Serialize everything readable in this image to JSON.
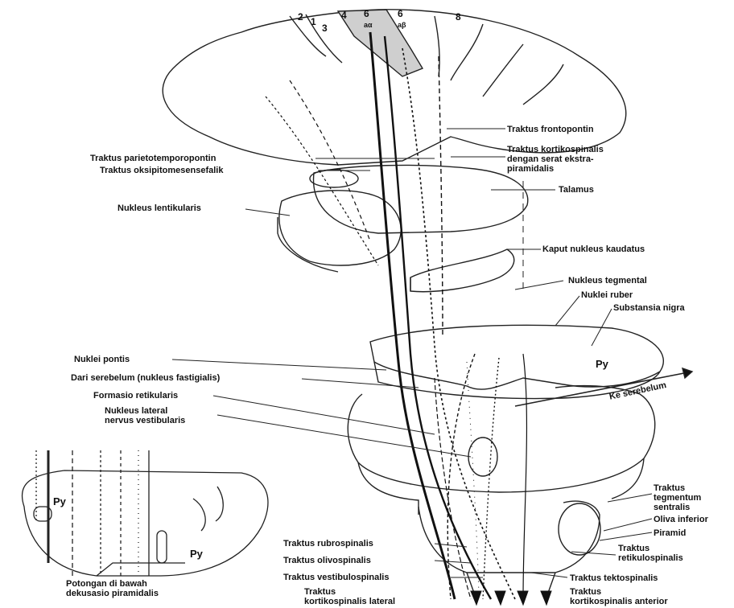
{
  "areas": {
    "a2": "2",
    "a1": "1",
    "a3": "3",
    "a4": "4",
    "a6_left": "6",
    "a6_left_sub": "aα",
    "a6_right": "6",
    "a6_right_sub": "aβ",
    "a8": "8"
  },
  "labels": {
    "frontopontin": "Traktus frontopontin",
    "parietotemporopontin": "Traktus parietotemporopontin",
    "oksipitomesensefalik": "Traktus oksipitomesensefalik",
    "kortikospinalis_ekstra": "Traktus kortikospinalis\ndengan serat ekstra-\npiramidalis",
    "talamus": "Talamus",
    "nukleus_lentikularis": "Nukleus lentikularis",
    "kaput_nukleus": "Kaput nukleus kaudatus",
    "nukleus_tegmental": "Nukleus tegmental",
    "nuklei_ruber": "Nuklei ruber",
    "substansia_nigra": "Substansia nigra",
    "nuklei_pontis": "Nuklei pontis",
    "dari_serebelum": "Dari serebelum (nukleus fastigialis)",
    "formasio": "Formasio retikularis",
    "nukleus_lateral": "Nukleus lateral\nnervus vestibularis",
    "py_pons": "Py",
    "ke_serebelum": "Ke serebelum",
    "traktus_tegmentum": "Traktus\ntegmentum\nsentralis",
    "oliva": "Oliva inferior",
    "piramid": "Piramid",
    "retikulospinalis": "Traktus\nretikulospinalis",
    "tektospinalis": "Traktus tektospinalis",
    "kortikospinalis_anterior": "Traktus\nkortikospinalis anterior",
    "rubrospinalis": "Traktus rubrospinalis",
    "olivospinalis": "Traktus olivospinalis",
    "vestibulospinalis": "Traktus vestibulospinalis",
    "kortikospinalis_lateral": "Traktus\nkortikospinalis lateral",
    "py_inset_left": "Py",
    "py_inset_right": "Py",
    "inset_caption": "Potongan di bawah\ndekusasio piramidalis"
  }
}
